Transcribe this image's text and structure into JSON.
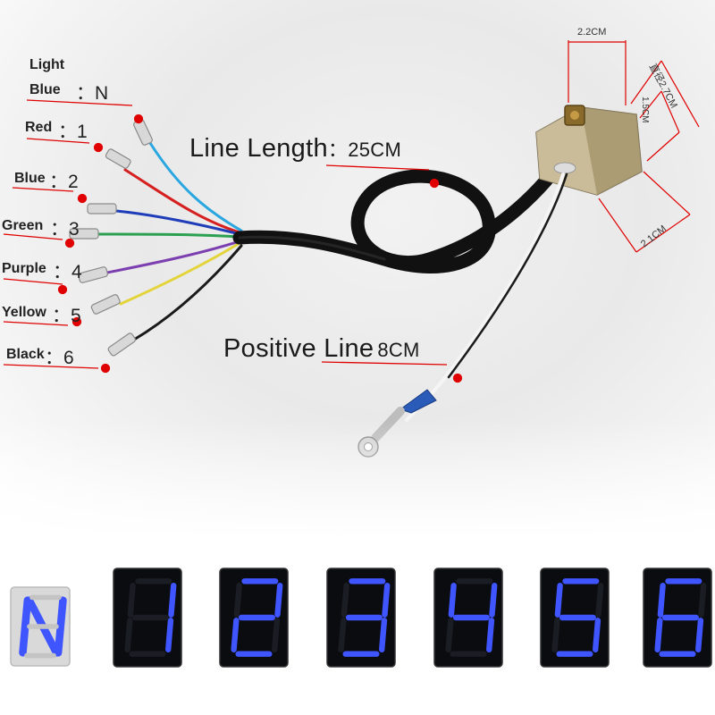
{
  "wire_labels": {
    "light_blue_line1": "Light",
    "light_blue_line2": "Blue",
    "light_blue_value": "：N",
    "red": "Red",
    "red_value": "：1",
    "blue": "Blue",
    "blue_value": "：2",
    "green": "Green",
    "green_value": "：3",
    "purple": "Purple",
    "purple_value": "：4",
    "yellow": "Yellow",
    "yellow_value": "：5",
    "black": "Black",
    "black_value": "：6"
  },
  "line_length": {
    "label": "Line Length",
    "value": "：25CM"
  },
  "positive_line": {
    "label": "Positive Line",
    "value": "8CM"
  },
  "dimensions": {
    "top": "2.2CM",
    "diagonal": "直径2.7CM",
    "height": "1.5CM",
    "depth": "2.1CM"
  },
  "displays": [
    "N",
    "1",
    "2",
    "3",
    "4",
    "5",
    "6"
  ],
  "colors": {
    "segment_on": "#3f55ff",
    "segment_off": "#1b1d24",
    "tile_bg": "#0b0c10",
    "marker": "#e00000",
    "light_blue_wire": "#2aa6e0",
    "red_wire": "#d62020",
    "blue_wire": "#1f3db8",
    "green_wire": "#2aa050",
    "purple_wire": "#7c3fb0",
    "yellow_wire": "#e3d43a",
    "black_wire": "#1a1a1a"
  }
}
